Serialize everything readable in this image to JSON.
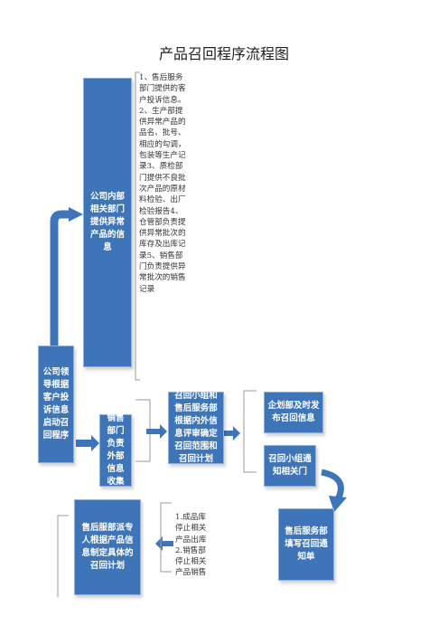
{
  "title": "产品召回程序流程图",
  "boxes": {
    "start": "公司领导根据客户投诉信息启动召回程序",
    "departments": "公司内部相关部门提供异常产品的信息",
    "sales_collect": "销售部门负责外部信息收集",
    "recall_team": "召回小组和售后服务部根据内外信息评审确定召回范围和召回计划",
    "planning": "企划部及时发布召回信息",
    "notify": "召回小组通知相关门",
    "after_sales_form": "售后服务部填写召回通知单",
    "plan_specific": "售后服部派专人根据产品信息制定具体的召回计划"
  },
  "notes": {
    "departments_info": "1、售后服务部门提供的客户投诉信息。2、生产部提供异常产品的品名、批号、相应的勾调，包装等生产记录3、质检部门提供不良批次产品的原材料检验、出厂检验报告4、仓管部负责提供异常批次的库存及出库记录5、销售部门负责提供异常批次的销售记录",
    "stop_actions": "1.成品库停止相关产品出库2.销售部停止相关产品销售"
  },
  "colors": {
    "box_fill": "#3E75B8",
    "box_border": "#8FB0DA",
    "arrow": "#3E75B8"
  }
}
